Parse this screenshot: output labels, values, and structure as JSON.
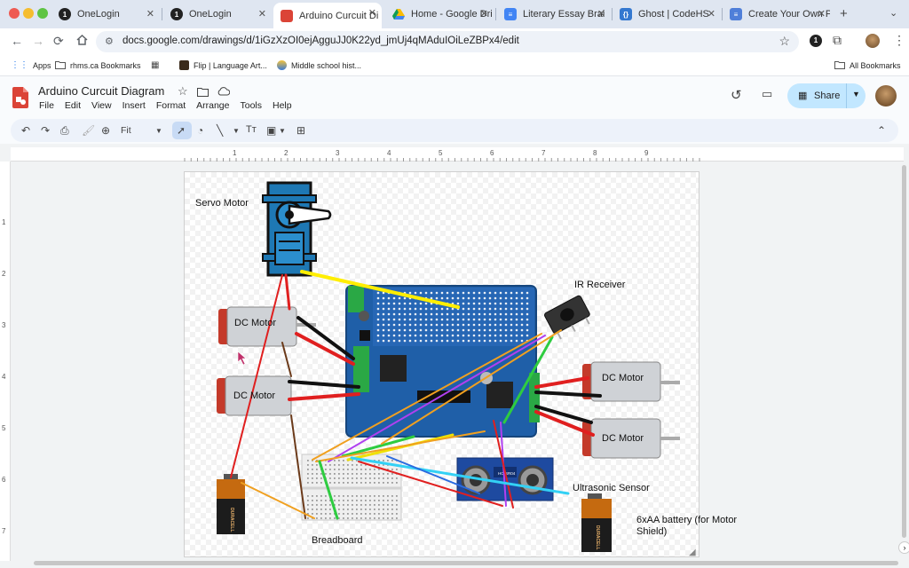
{
  "browser": {
    "tabs": [
      {
        "label": "OneLogin",
        "favicon": "onelogin-icon",
        "active": false
      },
      {
        "label": "OneLogin",
        "favicon": "onelogin-icon",
        "active": false
      },
      {
        "label": "Arduino Curcuit Di",
        "favicon": "google-drawings-icon",
        "active": true
      },
      {
        "label": "Home - Google Dri",
        "favicon": "google-drive-icon",
        "active": false
      },
      {
        "label": "Literary Essay Brai",
        "favicon": "google-docs-icon",
        "active": false
      },
      {
        "label": "Ghost | CodeHS",
        "favicon": "codehs-icon",
        "active": false
      },
      {
        "label": "Create Your Own P",
        "favicon": "google-forms-icon",
        "active": false
      }
    ],
    "url": "docs.google.com/drawings/d/1iGzXzOI0ejAgguJJ0K22yd_jmUj4qMAduIOiLeZBPx4/edit",
    "bookmarks": [
      "Apps",
      "rhms.ca Bookmarks",
      "Flip | Language Art...",
      "Middle school hist..."
    ],
    "all_bookmarks": "All Bookmarks",
    "extension_badge": "1"
  },
  "docs": {
    "title": "Arduino Curcuit Diagram",
    "menus": [
      "File",
      "Edit",
      "View",
      "Insert",
      "Format",
      "Arrange",
      "Tools",
      "Help"
    ],
    "share_label": "Share",
    "zoom": "Fit",
    "ruler_numbers": [
      "1",
      "2",
      "3",
      "4",
      "5",
      "6",
      "7",
      "8",
      "9"
    ],
    "vruler_numbers": [
      "1",
      "2",
      "3",
      "4",
      "5",
      "6",
      "7"
    ]
  },
  "diagram": {
    "labels": {
      "servo": "Servo Motor",
      "ir": "IR Receiver",
      "dc1": "DC Motor",
      "dc2": "DC Motor",
      "dc3": "DC Motor",
      "dc4": "DC Motor",
      "ultrasonic": "Ultrasonic Sensor",
      "battery6": "6xAA battery (for Motor Shield)",
      "breadboard": "Breadboard"
    },
    "battery_brand": "DURACELL",
    "sensor_model": "HC-SR04"
  },
  "colors": {
    "accent": "#1a73e8",
    "share_bg": "#c2e7ff",
    "drawings_red": "#db4437"
  }
}
